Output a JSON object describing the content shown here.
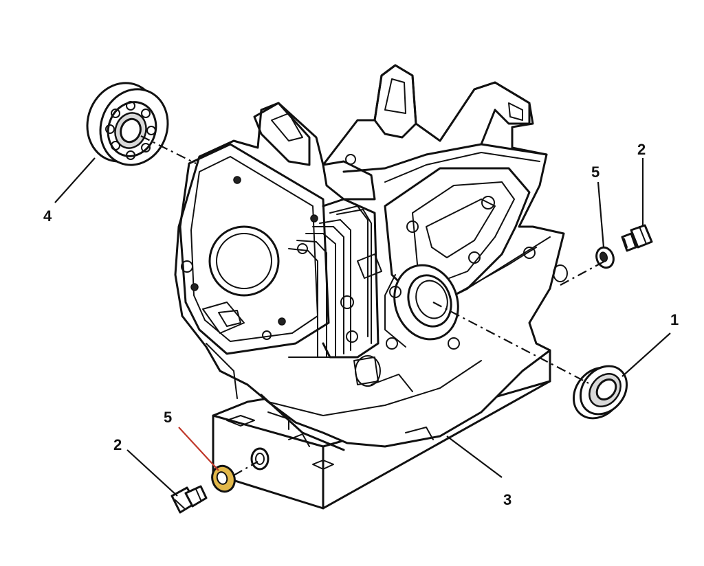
{
  "callouts": [
    {
      "id": "c1",
      "label": "1"
    },
    {
      "id": "c2a",
      "label": "2"
    },
    {
      "id": "c2b",
      "label": "2"
    },
    {
      "id": "c3",
      "label": "3"
    },
    {
      "id": "c4",
      "label": "4"
    },
    {
      "id": "c5a",
      "label": "5"
    },
    {
      "id": "c5b",
      "label": "5"
    }
  ],
  "colors": {
    "ink": "#111111",
    "highlight_leader": "#c0392b",
    "highlight_washer": "#e2b84a"
  }
}
